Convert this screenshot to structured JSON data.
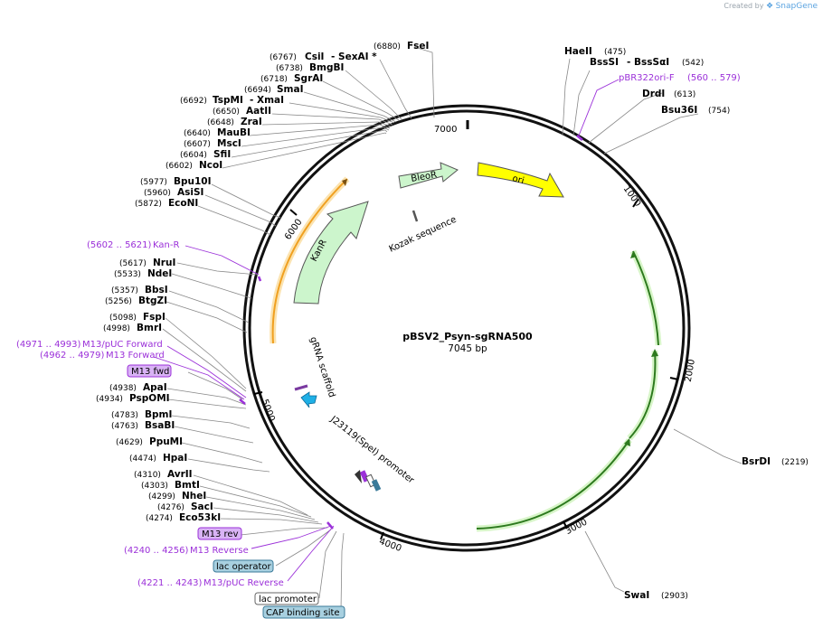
{
  "credit": {
    "prefix": "Created by",
    "brand": "SnapGene"
  },
  "plasmid": {
    "name": "pBSV2_Psyn-sgRNA500",
    "length": "7045 bp"
  },
  "ticks": [
    "7000",
    "1000",
    "2000",
    "3000",
    "4000",
    "5000",
    "6000"
  ],
  "enzymes_left": [
    {
      "pos": "(6880)",
      "name": "FseI"
    },
    {
      "pos": "(6767)",
      "name": "CsiI",
      "extra": "- SexAI *"
    },
    {
      "pos": "(6738)",
      "name": "BmgBI"
    },
    {
      "pos": "(6718)",
      "name": "SgrAI"
    },
    {
      "pos": "(6694)",
      "name": "SmaI"
    },
    {
      "pos": "(6692)",
      "name": "TspMI",
      "extra": "- XmaI"
    },
    {
      "pos": "(6650)",
      "name": "AatII"
    },
    {
      "pos": "(6648)",
      "name": "ZraI"
    },
    {
      "pos": "(6640)",
      "name": "MauBI"
    },
    {
      "pos": "(6607)",
      "name": "MscI"
    },
    {
      "pos": "(6604)",
      "name": "SfiI"
    },
    {
      "pos": "(6602)",
      "name": "NcoI"
    },
    {
      "pos": "(5977)",
      "name": "Bpu10I"
    },
    {
      "pos": "(5960)",
      "name": "AsiSI"
    },
    {
      "pos": "(5872)",
      "name": "EcoNI"
    },
    {
      "pos": "(5617)",
      "name": "NruI"
    },
    {
      "pos": "(5533)",
      "name": "NdeI"
    },
    {
      "pos": "(5357)",
      "name": "BbsI"
    },
    {
      "pos": "(5256)",
      "name": "BtgZI"
    },
    {
      "pos": "(5098)",
      "name": "FspI"
    },
    {
      "pos": "(4998)",
      "name": "BmrI"
    },
    {
      "pos": "(4938)",
      "name": "ApaI"
    },
    {
      "pos": "(4934)",
      "name": "PspOMI"
    },
    {
      "pos": "(4783)",
      "name": "BpmI"
    },
    {
      "pos": "(4763)",
      "name": "BsaBI"
    },
    {
      "pos": "(4629)",
      "name": "PpuMI"
    },
    {
      "pos": "(4474)",
      "name": "HpaI"
    },
    {
      "pos": "(4310)",
      "name": "AvrII"
    },
    {
      "pos": "(4303)",
      "name": "BmtI"
    },
    {
      "pos": "(4299)",
      "name": "NheI"
    },
    {
      "pos": "(4276)",
      "name": "SacI"
    },
    {
      "pos": "(4274)",
      "name": "Eco53kI"
    }
  ],
  "enzymes_right": [
    {
      "pos": "(475)",
      "name": "HaeII"
    },
    {
      "pos": "(542)",
      "name": "BssSI",
      "extra": "- BssSαI"
    },
    {
      "pos": "(613)",
      "name": "DrdI"
    },
    {
      "pos": "(754)",
      "name": "Bsu36I"
    },
    {
      "pos": "(2219)",
      "name": "BsrDI"
    },
    {
      "pos": "(2903)",
      "name": "SwaI"
    }
  ],
  "primers": [
    {
      "range": "(560 .. 579)",
      "name": "pBR322ori-F"
    },
    {
      "range": "(5602 .. 5621)",
      "name": "Kan-R"
    },
    {
      "range": "(4971 .. 4993)",
      "name": "M13/pUC Forward"
    },
    {
      "range": "(4962 .. 4979)",
      "name": "M13 Forward"
    },
    {
      "range": "(4240 .. 4256)",
      "name": "M13 Reverse"
    },
    {
      "range": "(4221 .. 4243)",
      "name": "M13/pUC Reverse"
    }
  ],
  "boxed_labels": [
    {
      "name": "M13 fwd",
      "fill": "#d9b3f5",
      "stroke": "#9b30d9"
    },
    {
      "name": "M13 rev",
      "fill": "#d9b3f5",
      "stroke": "#9b30d9"
    },
    {
      "name": "lac operator",
      "fill": "#a8d0e0",
      "stroke": "#3a7a99"
    },
    {
      "name": "lac promoter",
      "fill": "#ffffff",
      "stroke": "#666666"
    },
    {
      "name": "CAP binding site",
      "fill": "#a8d0e0",
      "stroke": "#3a7a99"
    }
  ],
  "features": {
    "ori": "ori",
    "bleor": "BleoR",
    "kanr": "KanR",
    "kozak": "Kozak sequence",
    "gRNA": "gRNA scaffold",
    "promoter": "J23119(SpeI) promoter"
  },
  "colors": {
    "ori": "#ffff00",
    "bleor": "#ccf5cc",
    "kanr": "#ccf5cc",
    "orange": "#f0b030",
    "green": "#2d7a1e",
    "primer": "#9b30d9",
    "cyan": "#1fb0e6"
  }
}
